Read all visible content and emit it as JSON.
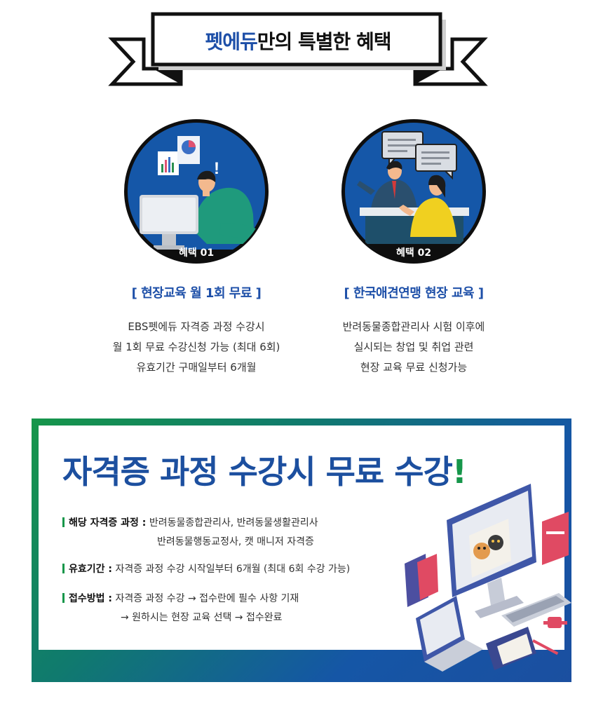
{
  "header": {
    "title_accent": "펫에듀",
    "title_rest": "만의 특별한 혜택"
  },
  "benefits": [
    {
      "badge": "혜택 01",
      "title": "[ 현장교육 월 1회 무료 ]",
      "desc": [
        "EBS펫에듀 자격증 과정 수강시",
        "월 1회 무료 수강신청 가능 (최대 6회)",
        "유효기간 구매일부터 6개월"
      ]
    },
    {
      "badge": "혜택 02",
      "title": "[ 한국애견연맹 현장 교육 ]",
      "desc": [
        "반려동물종합관리사 시험 이후에",
        "실시되는 창업 및 취업 관련",
        "현장 교육 무료 신청가능"
      ]
    }
  ],
  "panel": {
    "title_main": "자격증 과정 수강시 무료 수강",
    "title_mark": "!",
    "rows": [
      {
        "label": "해당 자격증 과정 :",
        "line1": "반려동물종합관리사, 반려동물생활관리사",
        "line2": "반려동물행동교정사, 캣 매니저 자격증"
      },
      {
        "label": "유효기간 :",
        "line1": "자격증 과정 수강 시작일부터 6개월 (최대 6회 수강 가능)",
        "line2": ""
      },
      {
        "label": "접수방법 :",
        "line1": "자격증 과정 수강 → 접수란에 필수 사항 기재",
        "line2": "→ 원하시는 현장 교육 선택 → 접수완료"
      }
    ]
  },
  "colors": {
    "brand_blue": "#1d4fa8",
    "brand_green": "#16964a",
    "circle_blue": "#1557a8"
  },
  "icons": [
    "person-at-computer-icon",
    "chart-icon",
    "exclamation-icon",
    "speech-bubble-icon",
    "counter-consultation-icon",
    "computer-monitor-icon",
    "cat-icon",
    "laptop-icon",
    "keyboard-icon",
    "book-icon",
    "smartwatch-icon"
  ]
}
